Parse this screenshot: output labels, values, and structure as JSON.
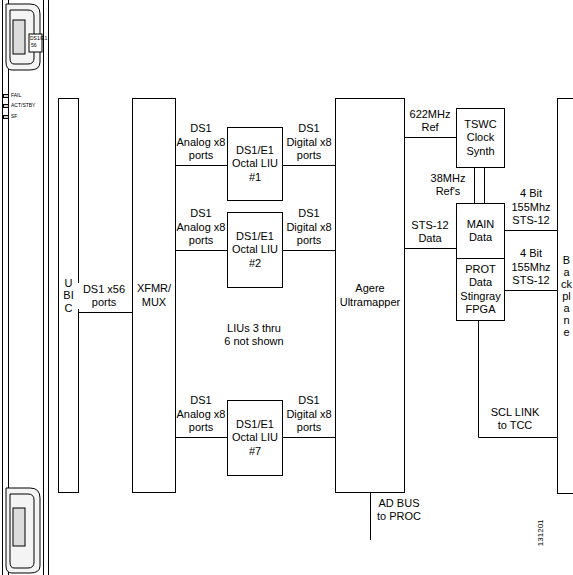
{
  "diagram": {
    "nodes": [
      {
        "text": [
          "UBIC"
        ]
      },
      {
        "text": [
          "XFMR/MUX"
        ]
      },
      {
        "text": [
          "DS1/E1 Octal LIU #1"
        ]
      },
      {
        "text": [
          "DS1/E1 Octal LIU #2"
        ]
      },
      {
        "text": [
          "DS1/E1 Octal LIU #7"
        ]
      },
      {
        "text": [
          "Agere Ultramapper"
        ]
      },
      {
        "text": [
          "TSWC Clock Synth"
        ]
      },
      {
        "text": [
          "MAIN Data"
        ]
      },
      {
        "text": [
          "PROT Data Stingray FPGA"
        ]
      },
      {
        "text": [
          "Backplane"
        ]
      }
    ],
    "edges": [
      {
        "from": 0,
        "to": 1,
        "label": "DS1 x56 ports",
        "arrow": "none"
      },
      {
        "from": 1,
        "to": 2,
        "label": "DS1 Analog x8 ports",
        "arrow": "none"
      },
      {
        "from": 1,
        "to": 3,
        "label": "DS1 Analog x8 ports",
        "arrow": "none"
      },
      {
        "from": 1,
        "to": 4,
        "label": "DS1 Analog x8 ports",
        "arrow": "none"
      },
      {
        "from": 2,
        "to": 5,
        "label": "DS1 Digital x8 ports",
        "arrow": "none"
      },
      {
        "from": 3,
        "to": 5,
        "label": "DS1 Digital x8 ports",
        "arrow": "none"
      },
      {
        "from": 4,
        "to": 5,
        "label": "DS1 Digital x8 ports",
        "arrow": "none"
      },
      {
        "from": 5,
        "to": 6,
        "label": "622MHz Ref",
        "arrow": "none"
      },
      {
        "from": 5,
        "to": 7,
        "label": "STS-12 Data",
        "arrow": "none"
      },
      {
        "from": 6,
        "to": 7,
        "label": "38MHz Ref's",
        "arrow": "none"
      },
      {
        "from": 7,
        "to": 9,
        "label": "4 Bit 155Mhz STS-12",
        "arrow": "none"
      },
      {
        "from": 8,
        "to": 9,
        "label": "4 Bit 155Mhz STS-12",
        "arrow": "none"
      },
      {
        "from": 8,
        "to": 9,
        "label": "SCL LINK to TCC",
        "arrow": "none"
      }
    ],
    "labels": [
      "LIUs 3 thru 6 not shown",
      "AD BUS to PROC",
      "DS1/E1",
      "56",
      "FAIL",
      "ACT/STBY",
      "SF",
      "131201"
    ]
  }
}
